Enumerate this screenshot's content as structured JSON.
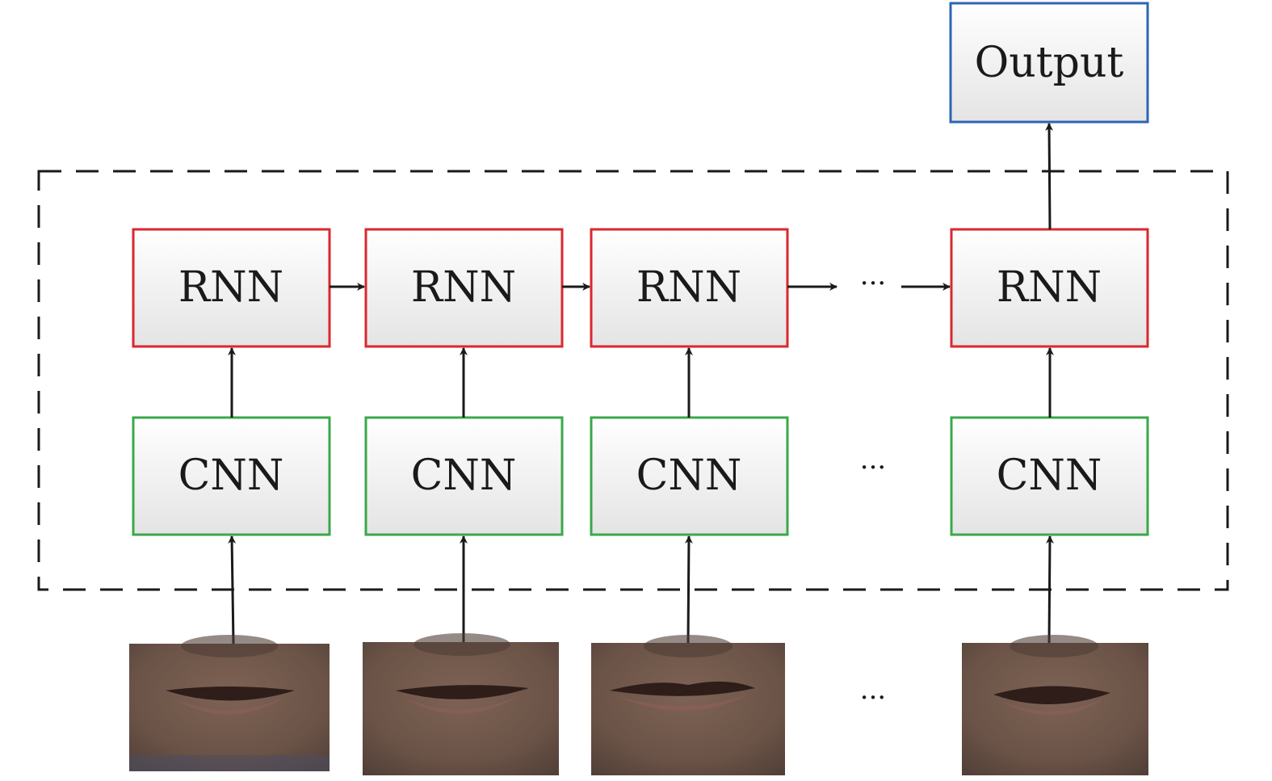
{
  "diagram": {
    "output_label": "Output",
    "rnn_label": "RNN",
    "cnn_label": "CNN",
    "ellipsis": "···",
    "colors": {
      "rnn_border": "#d9282f",
      "cnn_border": "#3aa84a",
      "output_border": "#2c66b3",
      "box_fill_top": "#ffffff",
      "box_fill_bottom": "#e6e6e6",
      "arrow": "#1a1a1a",
      "dashed_frame": "#1a1a1a",
      "skin": "#6e5548",
      "lips": "#3b2620"
    },
    "frames": [
      "mouth-frame-1",
      "mouth-frame-2",
      "mouth-frame-3",
      "mouth-frame-4"
    ]
  }
}
